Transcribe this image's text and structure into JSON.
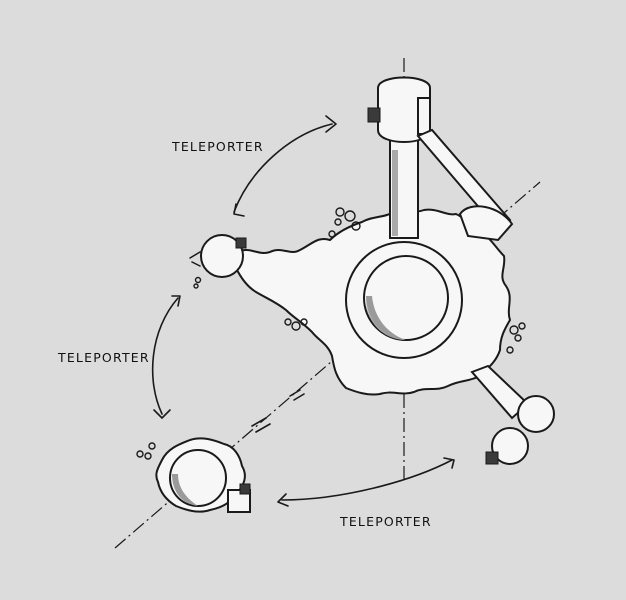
{
  "labels": {
    "top": "TELEPORTER",
    "left": "TELEPORTER",
    "bottom": "TELEPORTER"
  },
  "colors": {
    "background": "#dcdcdc",
    "ink": "#1a1a1a",
    "fill": "#f7f7f7",
    "shadow": "#a9a9a9"
  }
}
